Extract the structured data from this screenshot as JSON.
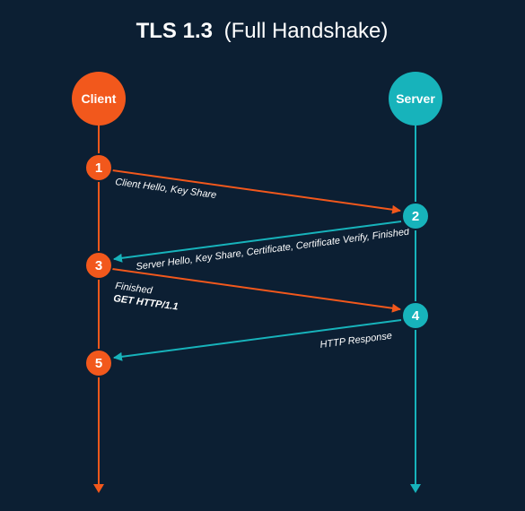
{
  "title": {
    "bold": "TLS 1.3",
    "light": "(Full Handshake)"
  },
  "colors": {
    "background": "#0c1f33",
    "client": "#f2581c",
    "server": "#17b3bb",
    "text": "#ffffff"
  },
  "client": {
    "label": "Client"
  },
  "server": {
    "label": "Server"
  },
  "steps": [
    {
      "num": "1",
      "side": "client"
    },
    {
      "num": "2",
      "side": "server"
    },
    {
      "num": "3",
      "side": "client"
    },
    {
      "num": "4",
      "side": "server"
    },
    {
      "num": "5",
      "side": "client"
    }
  ],
  "messages": [
    {
      "from": "1",
      "to": "2",
      "lines": [
        "Client Hello, Key Share"
      ]
    },
    {
      "from": "2",
      "to": "3",
      "lines": [
        "Server Hello, Key Share, Certificate, Certificate Verify, Finished"
      ]
    },
    {
      "from": "3",
      "to": "4",
      "lines": [
        "Finished",
        "GET HTTP/1.1"
      ]
    },
    {
      "from": "4",
      "to": "5",
      "lines": [
        "HTTP Response"
      ]
    }
  ]
}
